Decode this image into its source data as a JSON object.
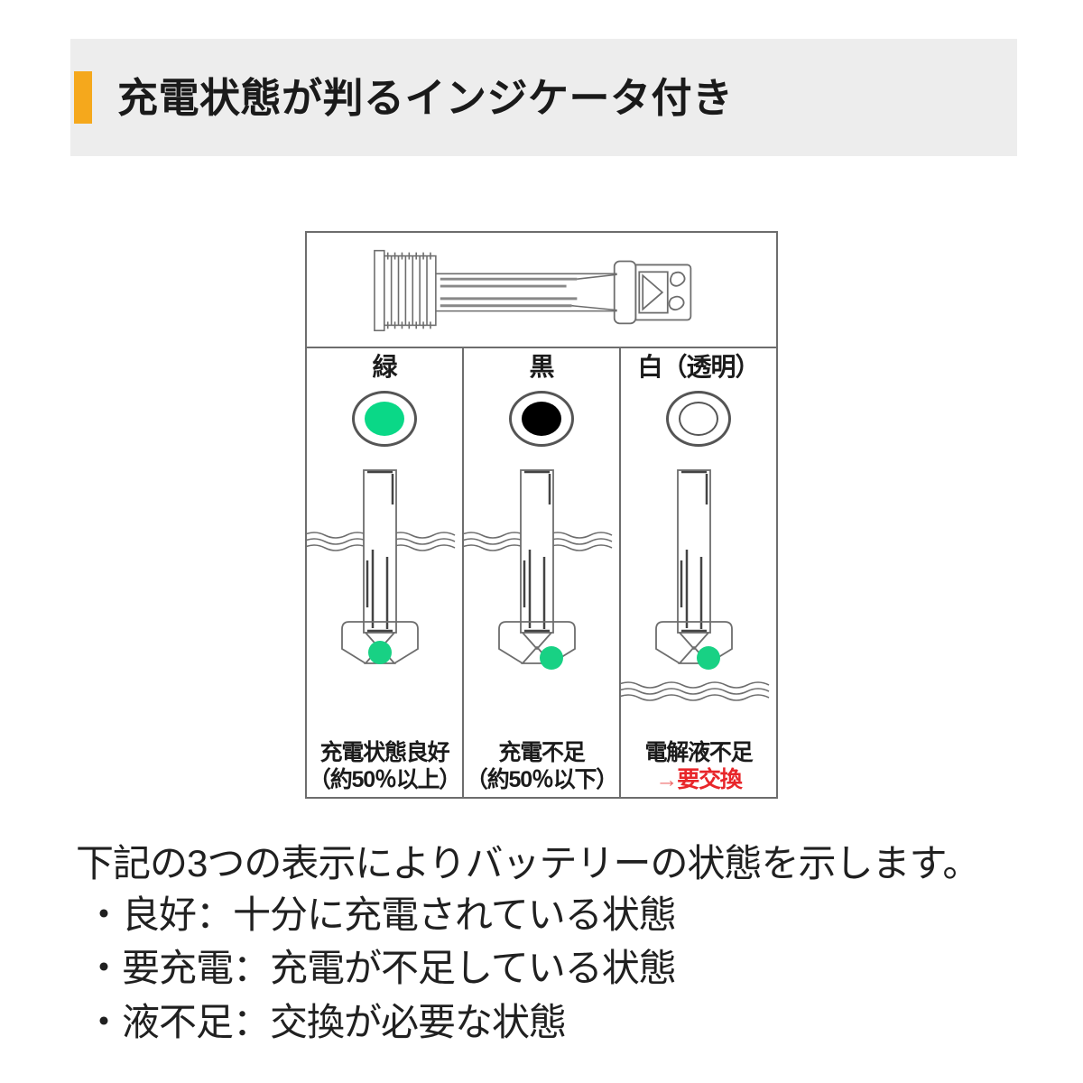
{
  "header": {
    "title": "充電状態が判るインジケータ付き",
    "accent_color": "#f5a81c",
    "band_color": "#ededed"
  },
  "diagram": {
    "device_label": "indicator-probe-assembly",
    "columns": [
      {
        "id": "green",
        "header": "緑",
        "lamp_icon": "lamp-green-icon",
        "lamp_color": "#0ad887",
        "lamp_style": "filled",
        "caption_line1": "充電状態良好",
        "caption_line2": "（約50％以上）",
        "caption_warn": "",
        "caption_arrow": "",
        "fluid_level": "high",
        "ball_position": "center"
      },
      {
        "id": "black",
        "header": "黒",
        "lamp_icon": "lamp-black-icon",
        "lamp_color": "#000000",
        "lamp_style": "filled",
        "caption_line1": "充電不足",
        "caption_line2": "（約50％以下）",
        "caption_warn": "",
        "caption_arrow": "",
        "fluid_level": "high",
        "ball_position": "side"
      },
      {
        "id": "white",
        "header": "白（透明）",
        "lamp_icon": "lamp-hollow-icon",
        "lamp_color": "#ffffff",
        "lamp_style": "hollow",
        "caption_line1": "電解液不足",
        "caption_line2": "",
        "caption_warn": "要交換",
        "caption_arrow": "→",
        "fluid_level": "low",
        "ball_position": "side"
      }
    ],
    "ball_color": "#18d184",
    "line_color": "#6d6d6d",
    "warn_color": "#e8262a"
  },
  "body": {
    "lead": "下記の3つの表示によりバッテリーの状態を示します。",
    "items": [
      "・良好：十分に充電されている状態",
      "・要充電：充電が不足している状態",
      "・液不足：交換が必要な状態"
    ]
  }
}
